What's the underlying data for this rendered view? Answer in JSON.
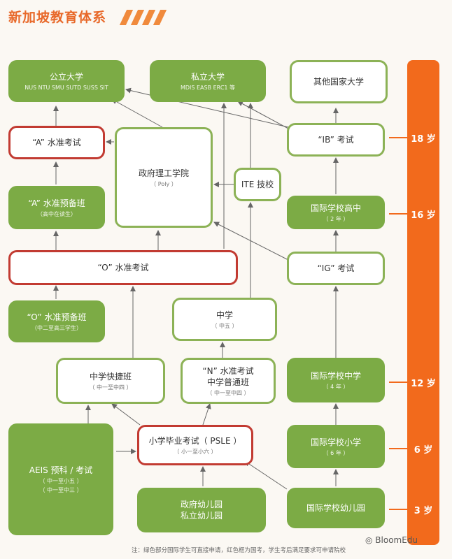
{
  "title": "新加坡教育体系",
  "boxes": {
    "public_uni": {
      "main": "公立大学",
      "sub": "NUS NTU SMU SUTD SUSS SIT"
    },
    "private_uni": {
      "main": "私立大学",
      "sub": "MDIS EASB ERC1 等"
    },
    "other_uni": {
      "main": "其他国家大学"
    },
    "a_exam": {
      "main": "“A” 水准考试"
    },
    "poly": {
      "main": "政府理工学院",
      "sub": "（ Poly ）"
    },
    "ite": {
      "main": "ITE 技校"
    },
    "ib_exam": {
      "main": "“IB” 考试"
    },
    "a_prep": {
      "main": "“A” 水准预备班",
      "sub": "（高中在读生）"
    },
    "intl_high": {
      "main": "国际学校高中",
      "sub": "（ 2 年 ）"
    },
    "o_exam": {
      "main": "“O” 水准考试"
    },
    "ig_exam": {
      "main": "“IG” 考试"
    },
    "o_prep": {
      "main": "“O” 水准预备班",
      "sub": "（中二至高三学生）"
    },
    "secondary5": {
      "main": "中学",
      "sub": "（ 中五 ）"
    },
    "express": {
      "main": "中学快捷班",
      "sub": "（ 中一至中四 ）"
    },
    "n_exam": {
      "main": "“N” 水准考试",
      "main2": "中学普通班",
      "sub": "（ 中一至中四 ）"
    },
    "intl_middle": {
      "main": "国际学校中学",
      "sub": "（ 4 年 ）"
    },
    "aeis": {
      "main": "AEIS 预科 / 考试",
      "sub": "（ 中一至小五 ）",
      "sub2": "（ 中一至中三 ）"
    },
    "psle": {
      "main": "小学毕业考试（ PSLE ）",
      "sub": "（ 小一至小六 ）"
    },
    "intl_primary": {
      "main": "国际学校小学",
      "sub": "（ 6 年 ）"
    },
    "kindergarten": {
      "main": "政府幼儿园",
      "main2": "私立幼儿园"
    },
    "intl_kinder": {
      "main": "国际学校幼儿园"
    }
  },
  "ages": [
    "18 岁",
    "16 岁",
    "12 岁",
    "6 岁",
    "3 岁"
  ],
  "colors": {
    "green": "#7cab45",
    "border_green": "#8cb256",
    "red": "#c23b32",
    "orange": "#f26a1c",
    "arrow": "#666666"
  },
  "note": "注：绿色部分国际学生可直接申请，红色框为国考，学生考后满足要求可申请院校",
  "brand": "BloomEdu"
}
